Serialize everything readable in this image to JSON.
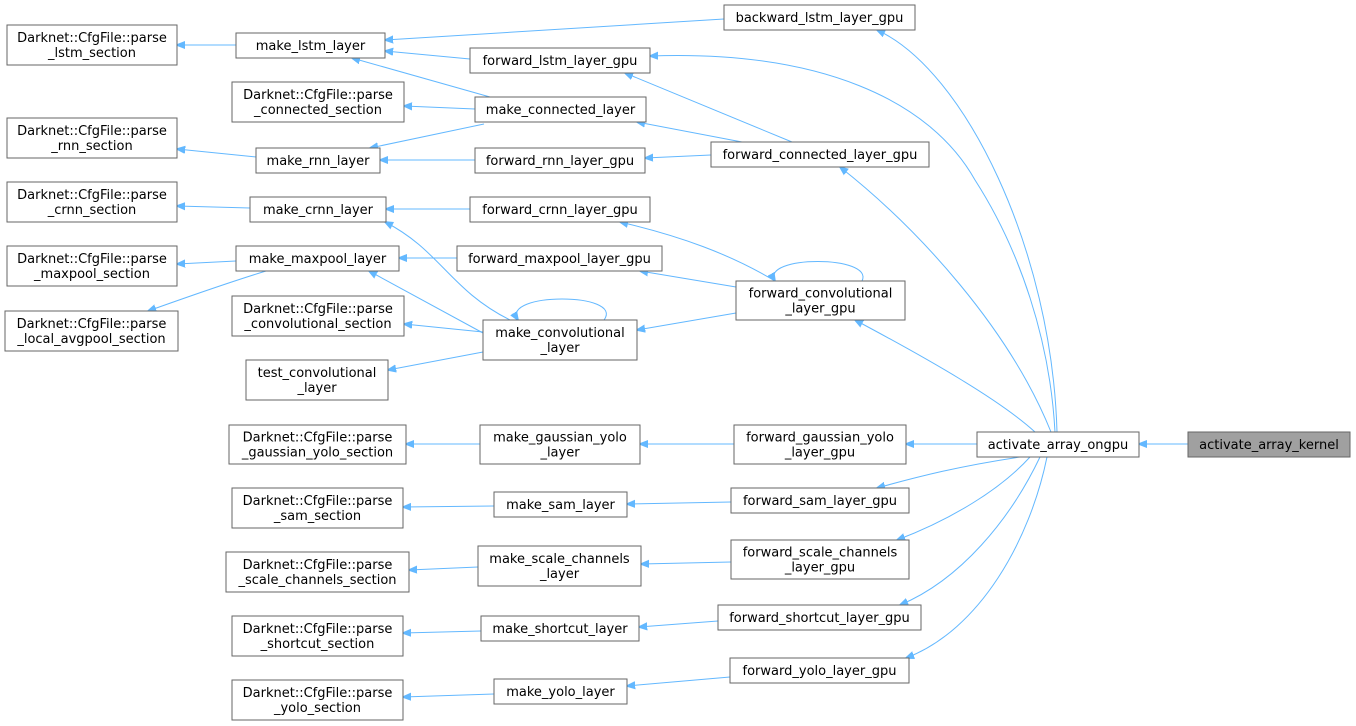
{
  "title": "activate_array_kernel caller graph",
  "colors": {
    "edge": "#63b8ff",
    "root_fill": "#a0a0a0",
    "node_border": "#666666"
  },
  "nodes": {
    "activate_array_kernel": [
      "activate_array_kernel"
    ],
    "activate_array_ongpu": [
      "activate_array_ongpu"
    ],
    "backward_lstm_layer_gpu": [
      "backward_lstm_layer_gpu"
    ],
    "forward_lstm_layer_gpu": [
      "forward_lstm_layer_gpu"
    ],
    "forward_connected_layer_gpu": [
      "forward_connected_layer_gpu"
    ],
    "forward_rnn_layer_gpu": [
      "forward_rnn_layer_gpu"
    ],
    "forward_crnn_layer_gpu": [
      "forward_crnn_layer_gpu"
    ],
    "forward_maxpool_layer_gpu": [
      "forward_maxpool_layer_gpu"
    ],
    "forward_convolutional_layer_gpu": [
      "forward_convolutional",
      "_layer_gpu"
    ],
    "forward_gaussian_yolo_layer_gpu": [
      "forward_gaussian_yolo",
      "_layer_gpu"
    ],
    "forward_sam_layer_gpu": [
      "forward_sam_layer_gpu"
    ],
    "forward_scale_channels_layer_gpu": [
      "forward_scale_channels",
      "_layer_gpu"
    ],
    "forward_shortcut_layer_gpu": [
      "forward_shortcut_layer_gpu"
    ],
    "forward_yolo_layer_gpu": [
      "forward_yolo_layer_gpu"
    ],
    "make_lstm_layer": [
      "make_lstm_layer"
    ],
    "make_connected_layer": [
      "make_connected_layer"
    ],
    "make_rnn_layer": [
      "make_rnn_layer"
    ],
    "make_crnn_layer": [
      "make_crnn_layer"
    ],
    "make_maxpool_layer": [
      "make_maxpool_layer"
    ],
    "make_convolutional_layer": [
      "make_convolutional",
      "_layer"
    ],
    "test_convolutional_layer": [
      "test_convolutional",
      "_layer"
    ],
    "make_gaussian_yolo_layer": [
      "make_gaussian_yolo",
      "_layer"
    ],
    "make_sam_layer": [
      "make_sam_layer"
    ],
    "make_scale_channels_layer": [
      "make_scale_channels",
      "_layer"
    ],
    "make_shortcut_layer": [
      "make_shortcut_layer"
    ],
    "make_yolo_layer": [
      "make_yolo_layer"
    ],
    "parse_lstm_section": [
      "Darknet::CfgFile::parse",
      "_lstm_section"
    ],
    "parse_connected_section": [
      "Darknet::CfgFile::parse",
      "_connected_section"
    ],
    "parse_rnn_section": [
      "Darknet::CfgFile::parse",
      "_rnn_section"
    ],
    "parse_crnn_section": [
      "Darknet::CfgFile::parse",
      "_crnn_section"
    ],
    "parse_maxpool_section": [
      "Darknet::CfgFile::parse",
      "_maxpool_section"
    ],
    "parse_local_avgpool_section": [
      "Darknet::CfgFile::parse",
      "_local_avgpool_section"
    ],
    "parse_convolutional_section": [
      "Darknet::CfgFile::parse",
      "_convolutional_section"
    ],
    "parse_gaussian_yolo_section": [
      "Darknet::CfgFile::parse",
      "_gaussian_yolo_section"
    ],
    "parse_sam_section": [
      "Darknet::CfgFile::parse",
      "_sam_section"
    ],
    "parse_scale_channels_section": [
      "Darknet::CfgFile::parse",
      "_scale_channels_section"
    ],
    "parse_shortcut_section": [
      "Darknet::CfgFile::parse",
      "_shortcut_section"
    ],
    "parse_yolo_section": [
      "Darknet::CfgFile::parse",
      "_yolo_section"
    ]
  },
  "edges": [
    [
      "activate_array_ongpu",
      "activate_array_kernel"
    ],
    [
      "backward_lstm_layer_gpu",
      "activate_array_ongpu"
    ],
    [
      "forward_lstm_layer_gpu",
      "activate_array_ongpu"
    ],
    [
      "forward_connected_layer_gpu",
      "activate_array_ongpu"
    ],
    [
      "forward_convolutional_layer_gpu",
      "activate_array_ongpu"
    ],
    [
      "forward_gaussian_yolo_layer_gpu",
      "activate_array_ongpu"
    ],
    [
      "forward_sam_layer_gpu",
      "activate_array_ongpu"
    ],
    [
      "forward_scale_channels_layer_gpu",
      "activate_array_ongpu"
    ],
    [
      "forward_shortcut_layer_gpu",
      "activate_array_ongpu"
    ],
    [
      "forward_yolo_layer_gpu",
      "activate_array_ongpu"
    ],
    [
      "make_lstm_layer",
      "backward_lstm_layer_gpu"
    ],
    [
      "make_lstm_layer",
      "forward_lstm_layer_gpu"
    ],
    [
      "forward_lstm_layer_gpu",
      "forward_connected_layer_gpu"
    ],
    [
      "make_connected_layer",
      "forward_connected_layer_gpu"
    ],
    [
      "forward_rnn_layer_gpu",
      "forward_connected_layer_gpu"
    ],
    [
      "make_rnn_layer",
      "forward_rnn_layer_gpu"
    ],
    [
      "make_crnn_layer",
      "forward_crnn_layer_gpu"
    ],
    [
      "forward_crnn_layer_gpu",
      "forward_convolutional_layer_gpu"
    ],
    [
      "forward_maxpool_layer_gpu",
      "forward_convolutional_layer_gpu"
    ],
    [
      "make_convolutional_layer",
      "forward_convolutional_layer_gpu"
    ],
    [
      "forward_convolutional_layer_gpu",
      "forward_convolutional_layer_gpu"
    ],
    [
      "make_maxpool_layer",
      "forward_maxpool_layer_gpu"
    ],
    [
      "make_lstm_layer",
      "make_connected_layer"
    ],
    [
      "make_rnn_layer",
      "make_connected_layer"
    ],
    [
      "parse_connected_section",
      "make_connected_layer"
    ],
    [
      "parse_lstm_section",
      "make_lstm_layer"
    ],
    [
      "parse_rnn_section",
      "make_rnn_layer"
    ],
    [
      "parse_crnn_section",
      "make_crnn_layer"
    ],
    [
      "parse_maxpool_section",
      "make_maxpool_layer"
    ],
    [
      "parse_local_avgpool_section",
      "make_maxpool_layer"
    ],
    [
      "make_crnn_layer",
      "make_convolutional_layer"
    ],
    [
      "make_maxpool_layer",
      "make_convolutional_layer"
    ],
    [
      "parse_convolutional_section",
      "make_convolutional_layer"
    ],
    [
      "test_convolutional_layer",
      "make_convolutional_layer"
    ],
    [
      "make_convolutional_layer",
      "make_convolutional_layer"
    ],
    [
      "make_gaussian_yolo_layer",
      "forward_gaussian_yolo_layer_gpu"
    ],
    [
      "parse_gaussian_yolo_section",
      "make_gaussian_yolo_layer"
    ],
    [
      "make_sam_layer",
      "forward_sam_layer_gpu"
    ],
    [
      "parse_sam_section",
      "make_sam_layer"
    ],
    [
      "make_scale_channels_layer",
      "forward_scale_channels_layer_gpu"
    ],
    [
      "parse_scale_channels_section",
      "make_scale_channels_layer"
    ],
    [
      "make_shortcut_layer",
      "forward_shortcut_layer_gpu"
    ],
    [
      "parse_shortcut_section",
      "make_shortcut_layer"
    ],
    [
      "make_yolo_layer",
      "forward_yolo_layer_gpu"
    ],
    [
      "parse_yolo_section",
      "make_yolo_layer"
    ]
  ]
}
